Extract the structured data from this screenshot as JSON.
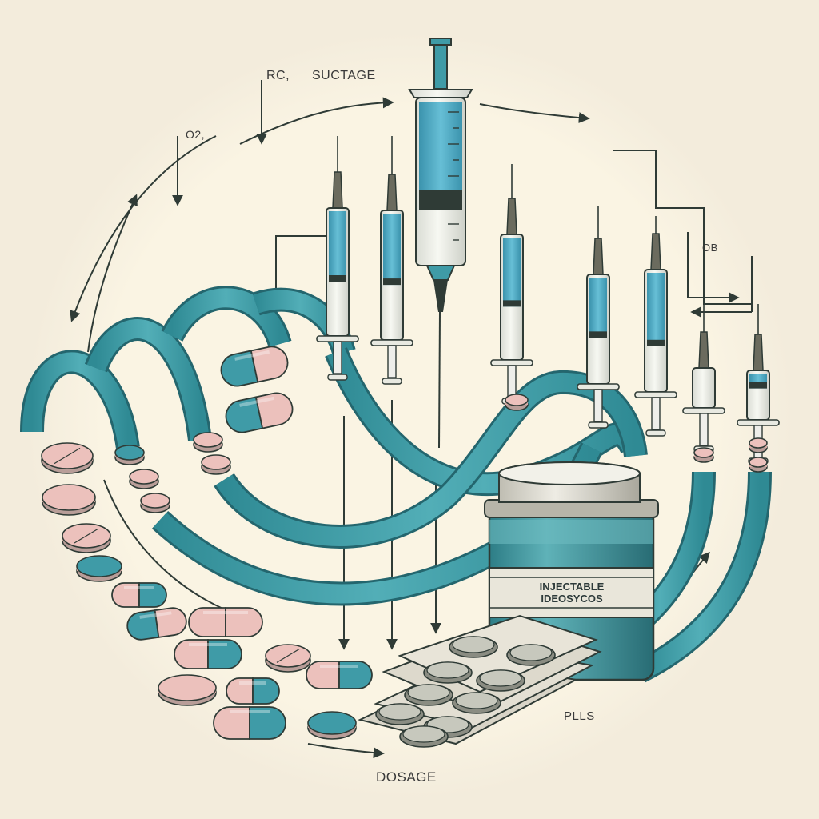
{
  "labels": {
    "top_left": "RC,",
    "top_right": "SUCTAGE",
    "left_small": "O2,",
    "right_small": "OB",
    "jar_line1": "INJECTABLE",
    "jar_line2": "IDEOSYCOS",
    "pills": "PLLS",
    "dosage": "DOSAGE"
  },
  "colors": {
    "background": "#f3ecdc",
    "halo": "#faf4e4",
    "teal": "#3f9ba7",
    "teal_dark": "#24666e",
    "pink": "#ecc1bc",
    "ink": "#2f3b36",
    "glass": "#e9ebe4",
    "liquid": "#4aa6c2",
    "blister": "#dcd8cc"
  }
}
